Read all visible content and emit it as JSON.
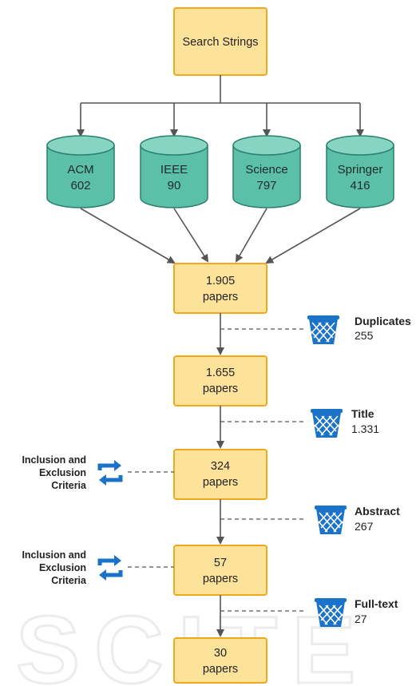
{
  "source": {
    "label": "Search Strings"
  },
  "databases": [
    {
      "name": "ACM",
      "count": "602"
    },
    {
      "name": "IEEE",
      "count": "90"
    },
    {
      "name": "Science",
      "count": "797"
    },
    {
      "name": "Springer",
      "count": "416"
    }
  ],
  "stages": [
    {
      "line1": "1.905",
      "line2": "papers"
    },
    {
      "line1": "1.655",
      "line2": "papers"
    },
    {
      "line1": "324",
      "line2": "papers"
    },
    {
      "line1": "57",
      "line2": "papers"
    },
    {
      "line1": "30",
      "line2": "papers"
    }
  ],
  "exclusions": [
    {
      "label": "Duplicates",
      "count": "255",
      "icon": "trash-bin-icon"
    },
    {
      "label": "Title",
      "count": "1.331",
      "icon": "trash-bin-icon"
    },
    {
      "label": "Abstract",
      "count": "267",
      "icon": "trash-bin-icon"
    },
    {
      "label": "Full-text",
      "count": "27",
      "icon": "trash-bin-icon"
    }
  ],
  "criteria": [
    {
      "line1": "Inclusion and",
      "line2": "Exclusion",
      "line3": "Criteria",
      "icon": "refresh-cycle-icon"
    },
    {
      "line1": "Inclusion and",
      "line2": "Exclusion",
      "line3": "Criteria",
      "icon": "refresh-cycle-icon"
    }
  ],
  "colors": {
    "box_fill": "#fde29a",
    "box_border": "#f2a81d",
    "database_fill": "#5cc0a8",
    "icon_blue": "#1a73c8"
  },
  "watermark": "SCITE"
}
